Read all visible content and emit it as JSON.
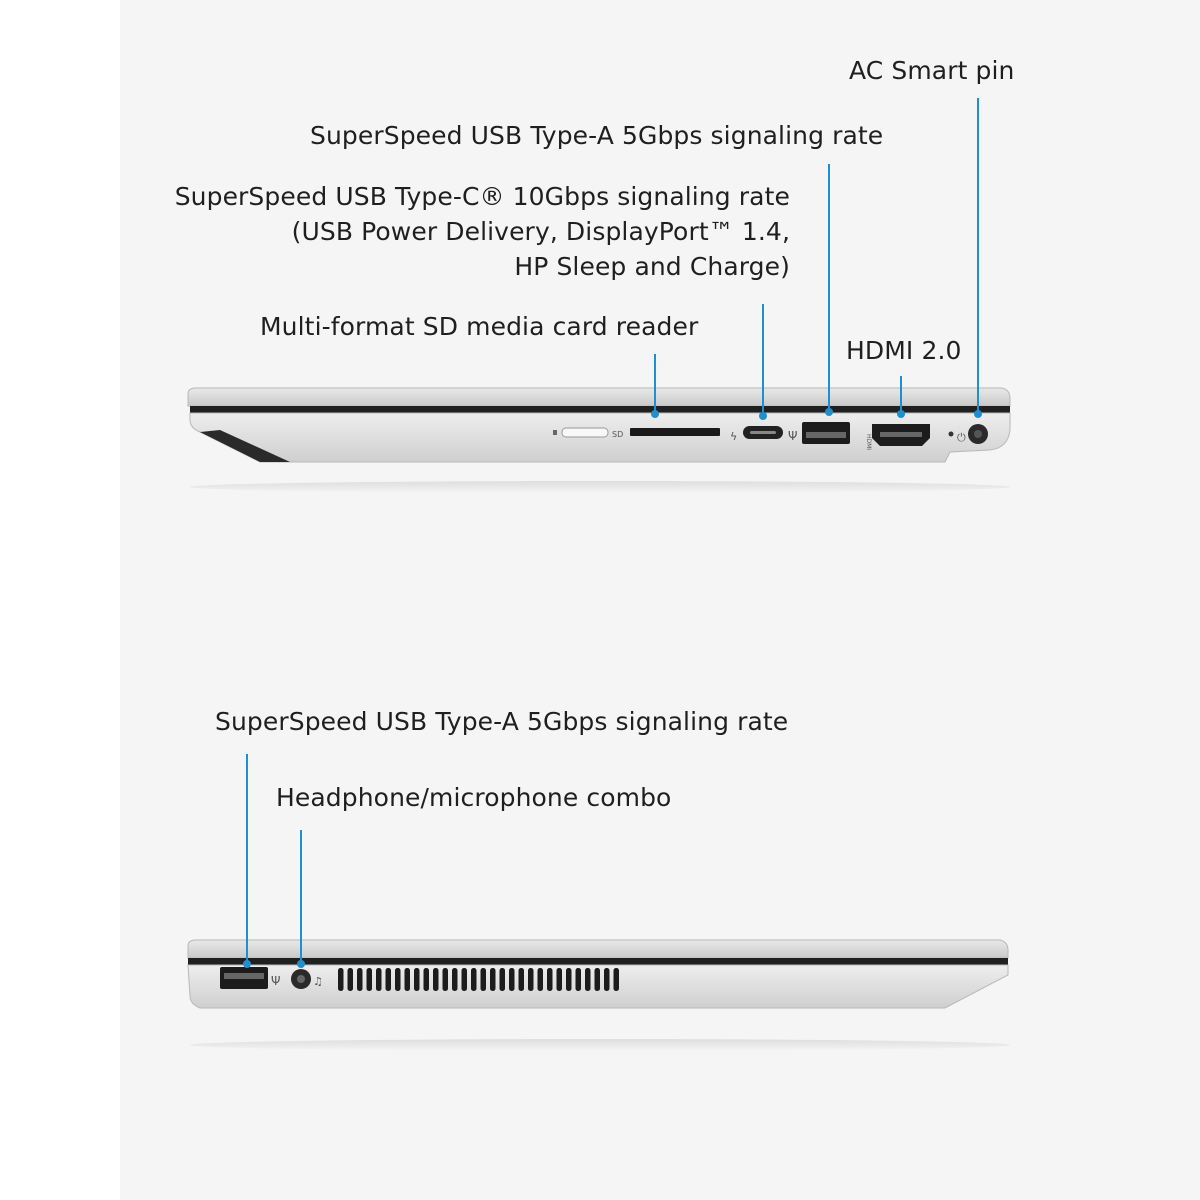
{
  "colors": {
    "accent": "#1e8fd0",
    "background": "#f5f5f5",
    "text": "#1f1f1f"
  },
  "right_side": {
    "labels": {
      "ac_smart_pin": "AC Smart pin",
      "usb_a": "SuperSpeed USB Type-A 5Gbps signaling rate",
      "usb_c_line1": "SuperSpeed USB Type-C® 10Gbps signaling rate",
      "usb_c_line2": "(USB Power Delivery, DisplayPort™ 1.4,",
      "usb_c_line3": "HP Sleep and Charge)",
      "sd_reader": "Multi-format SD media card reader",
      "hdmi": "HDMI 2.0"
    },
    "port_marks": {
      "sd": "SD",
      "hdmi": "HDMI"
    },
    "icons": [
      "sd-lock-icon",
      "usb-c-thunder-icon",
      "usb-icon",
      "power-icon"
    ]
  },
  "left_side": {
    "labels": {
      "usb_a": "SuperSpeed USB Type-A 5Gbps signaling rate",
      "headphone": "Headphone/microphone combo"
    },
    "icons": [
      "usb-icon",
      "headphone-icon"
    ]
  }
}
